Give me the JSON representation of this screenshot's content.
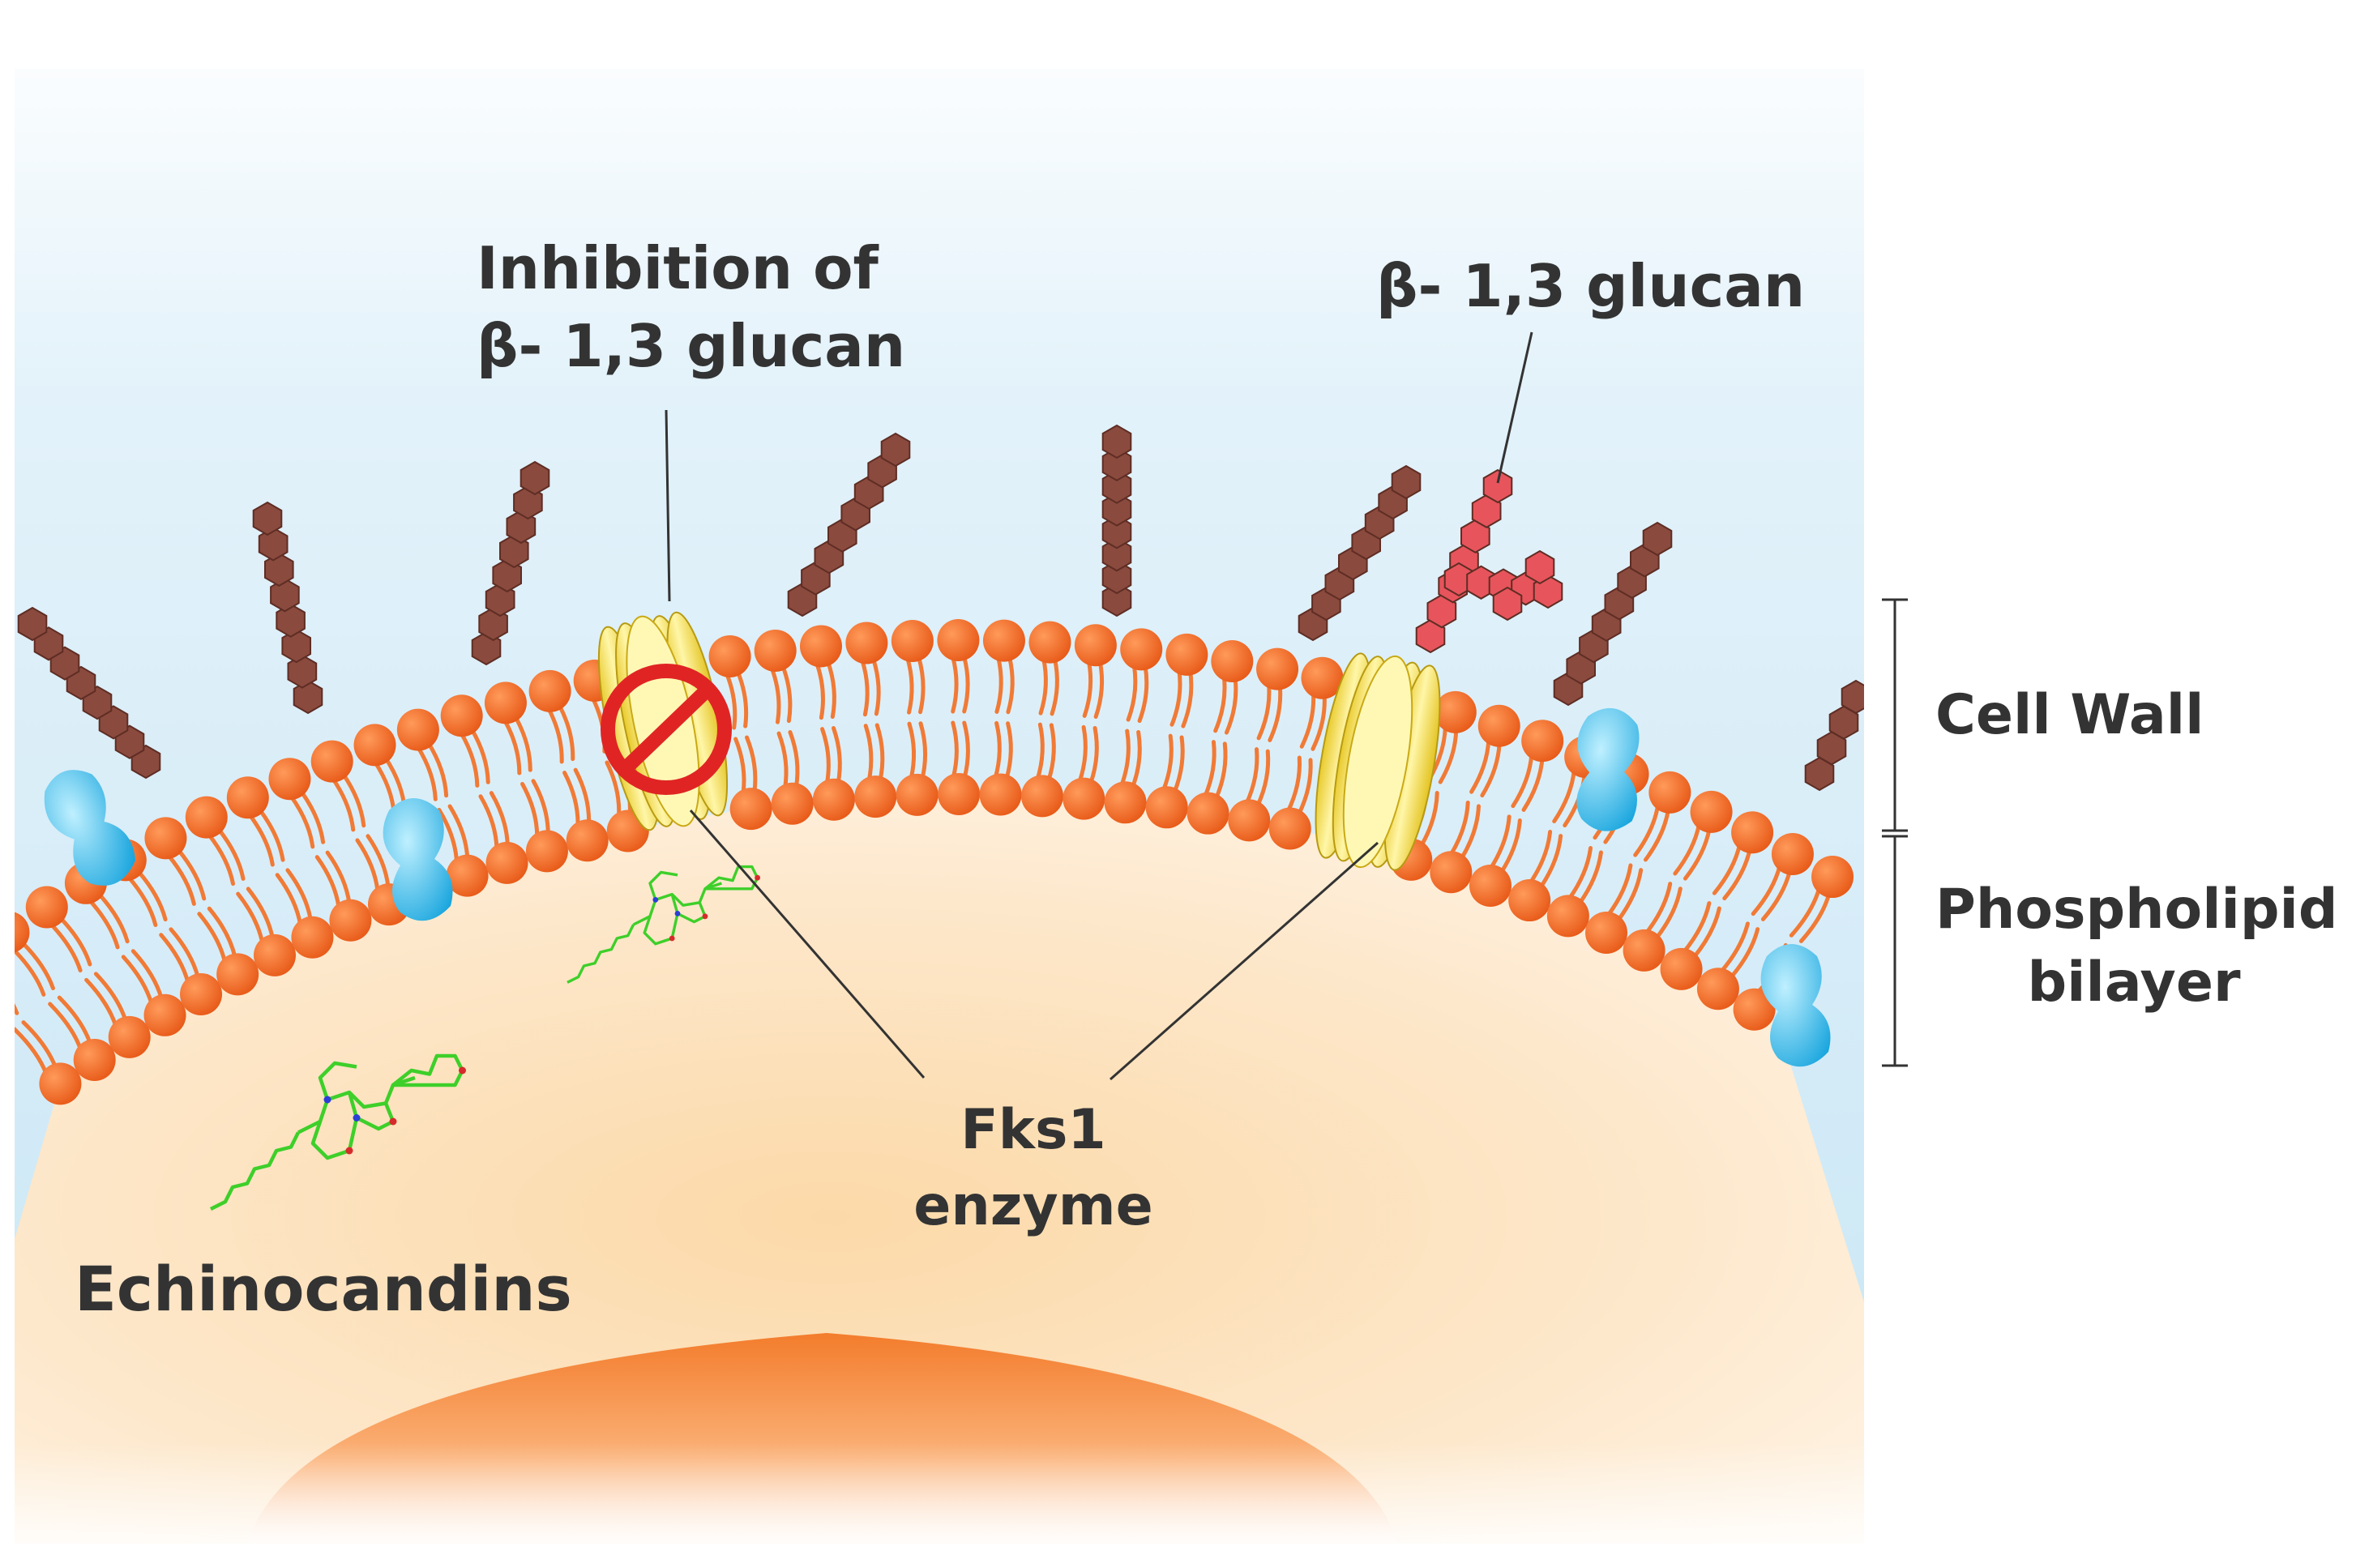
{
  "labels": {
    "inhibition_line1": "Inhibition of",
    "inhibition_line2": "β- 1,3 glucan",
    "glucan": "β- 1,3 glucan",
    "cell_wall": "Cell Wall",
    "phospholipid_line1": "Phospholipid",
    "phospholipid_line2": "bilayer",
    "fks1_line1": "Fks1",
    "fks1_line2": "enzyme",
    "echinocandins": "Echinocandins"
  },
  "colors": {
    "extracellular": "#cfe8f6",
    "cytoplasm": "#fde6c8",
    "nucleus": "#f7883a",
    "lipid_head": "#f06a26",
    "lipid_tail": "#f07a36",
    "glucan_chain": "#8b4a3e",
    "new_glucan": "#e8545c",
    "enzyme": "#f4e14e",
    "inhibitor_sign": "#e02424",
    "protein": "#3fb6e8",
    "echinocandin": "#3ecf2a"
  },
  "icons": {
    "inhibition": "no-entry-sign-icon",
    "drug_molecule": "echinocandin-molecule-icon"
  }
}
